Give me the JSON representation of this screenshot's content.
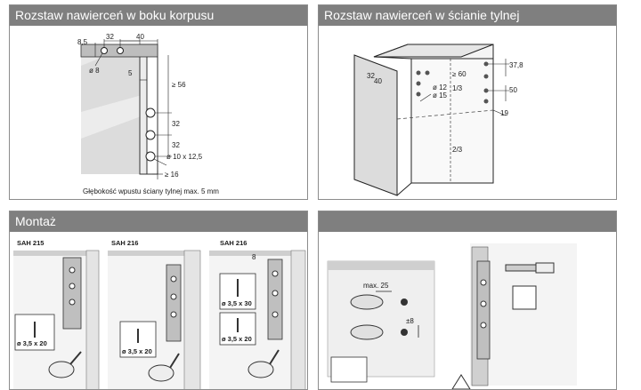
{
  "panels": {
    "side": {
      "title": "Rozstaw nawierceń w boku korpusu",
      "dims": {
        "d8_5": "8,5",
        "d32_top": "32",
        "d40": "40",
        "phi8": "ø 8",
        "d5": "5",
        "ge56": "≥ 56",
        "d32_a": "32",
        "d32_b": "32",
        "phi10": "ø 10 x 12,5",
        "ge16": "≥ 16"
      },
      "caption": "Głębokość wpustu ściany tylnej max. 5 mm"
    },
    "back": {
      "title": "Rozstaw nawierceń w ścianie tylnej",
      "dims": {
        "d32": "32",
        "d40": "40",
        "ge60": "≥ 60",
        "phi12": "ø 12",
        "phi15": "ø 15",
        "third": "1/3",
        "d37_8": "37,8",
        "d50": "50",
        "d19": "19",
        "two_thirds": "2/3"
      }
    },
    "mount": {
      "title": "Montaż",
      "steps": [
        {
          "label": "SAH 215",
          "screw": "ø 3,5 x 20"
        },
        {
          "label": "SAH 216",
          "screw": "ø 3,5 x 20"
        },
        {
          "label": "SAH 216",
          "dim": "8",
          "screw_a": "ø 3,5 x 30",
          "screw_b": "ø 3,5 x 20"
        }
      ]
    },
    "adjust": {
      "title": "",
      "max": "max. 25",
      "pm": "±8"
    }
  }
}
